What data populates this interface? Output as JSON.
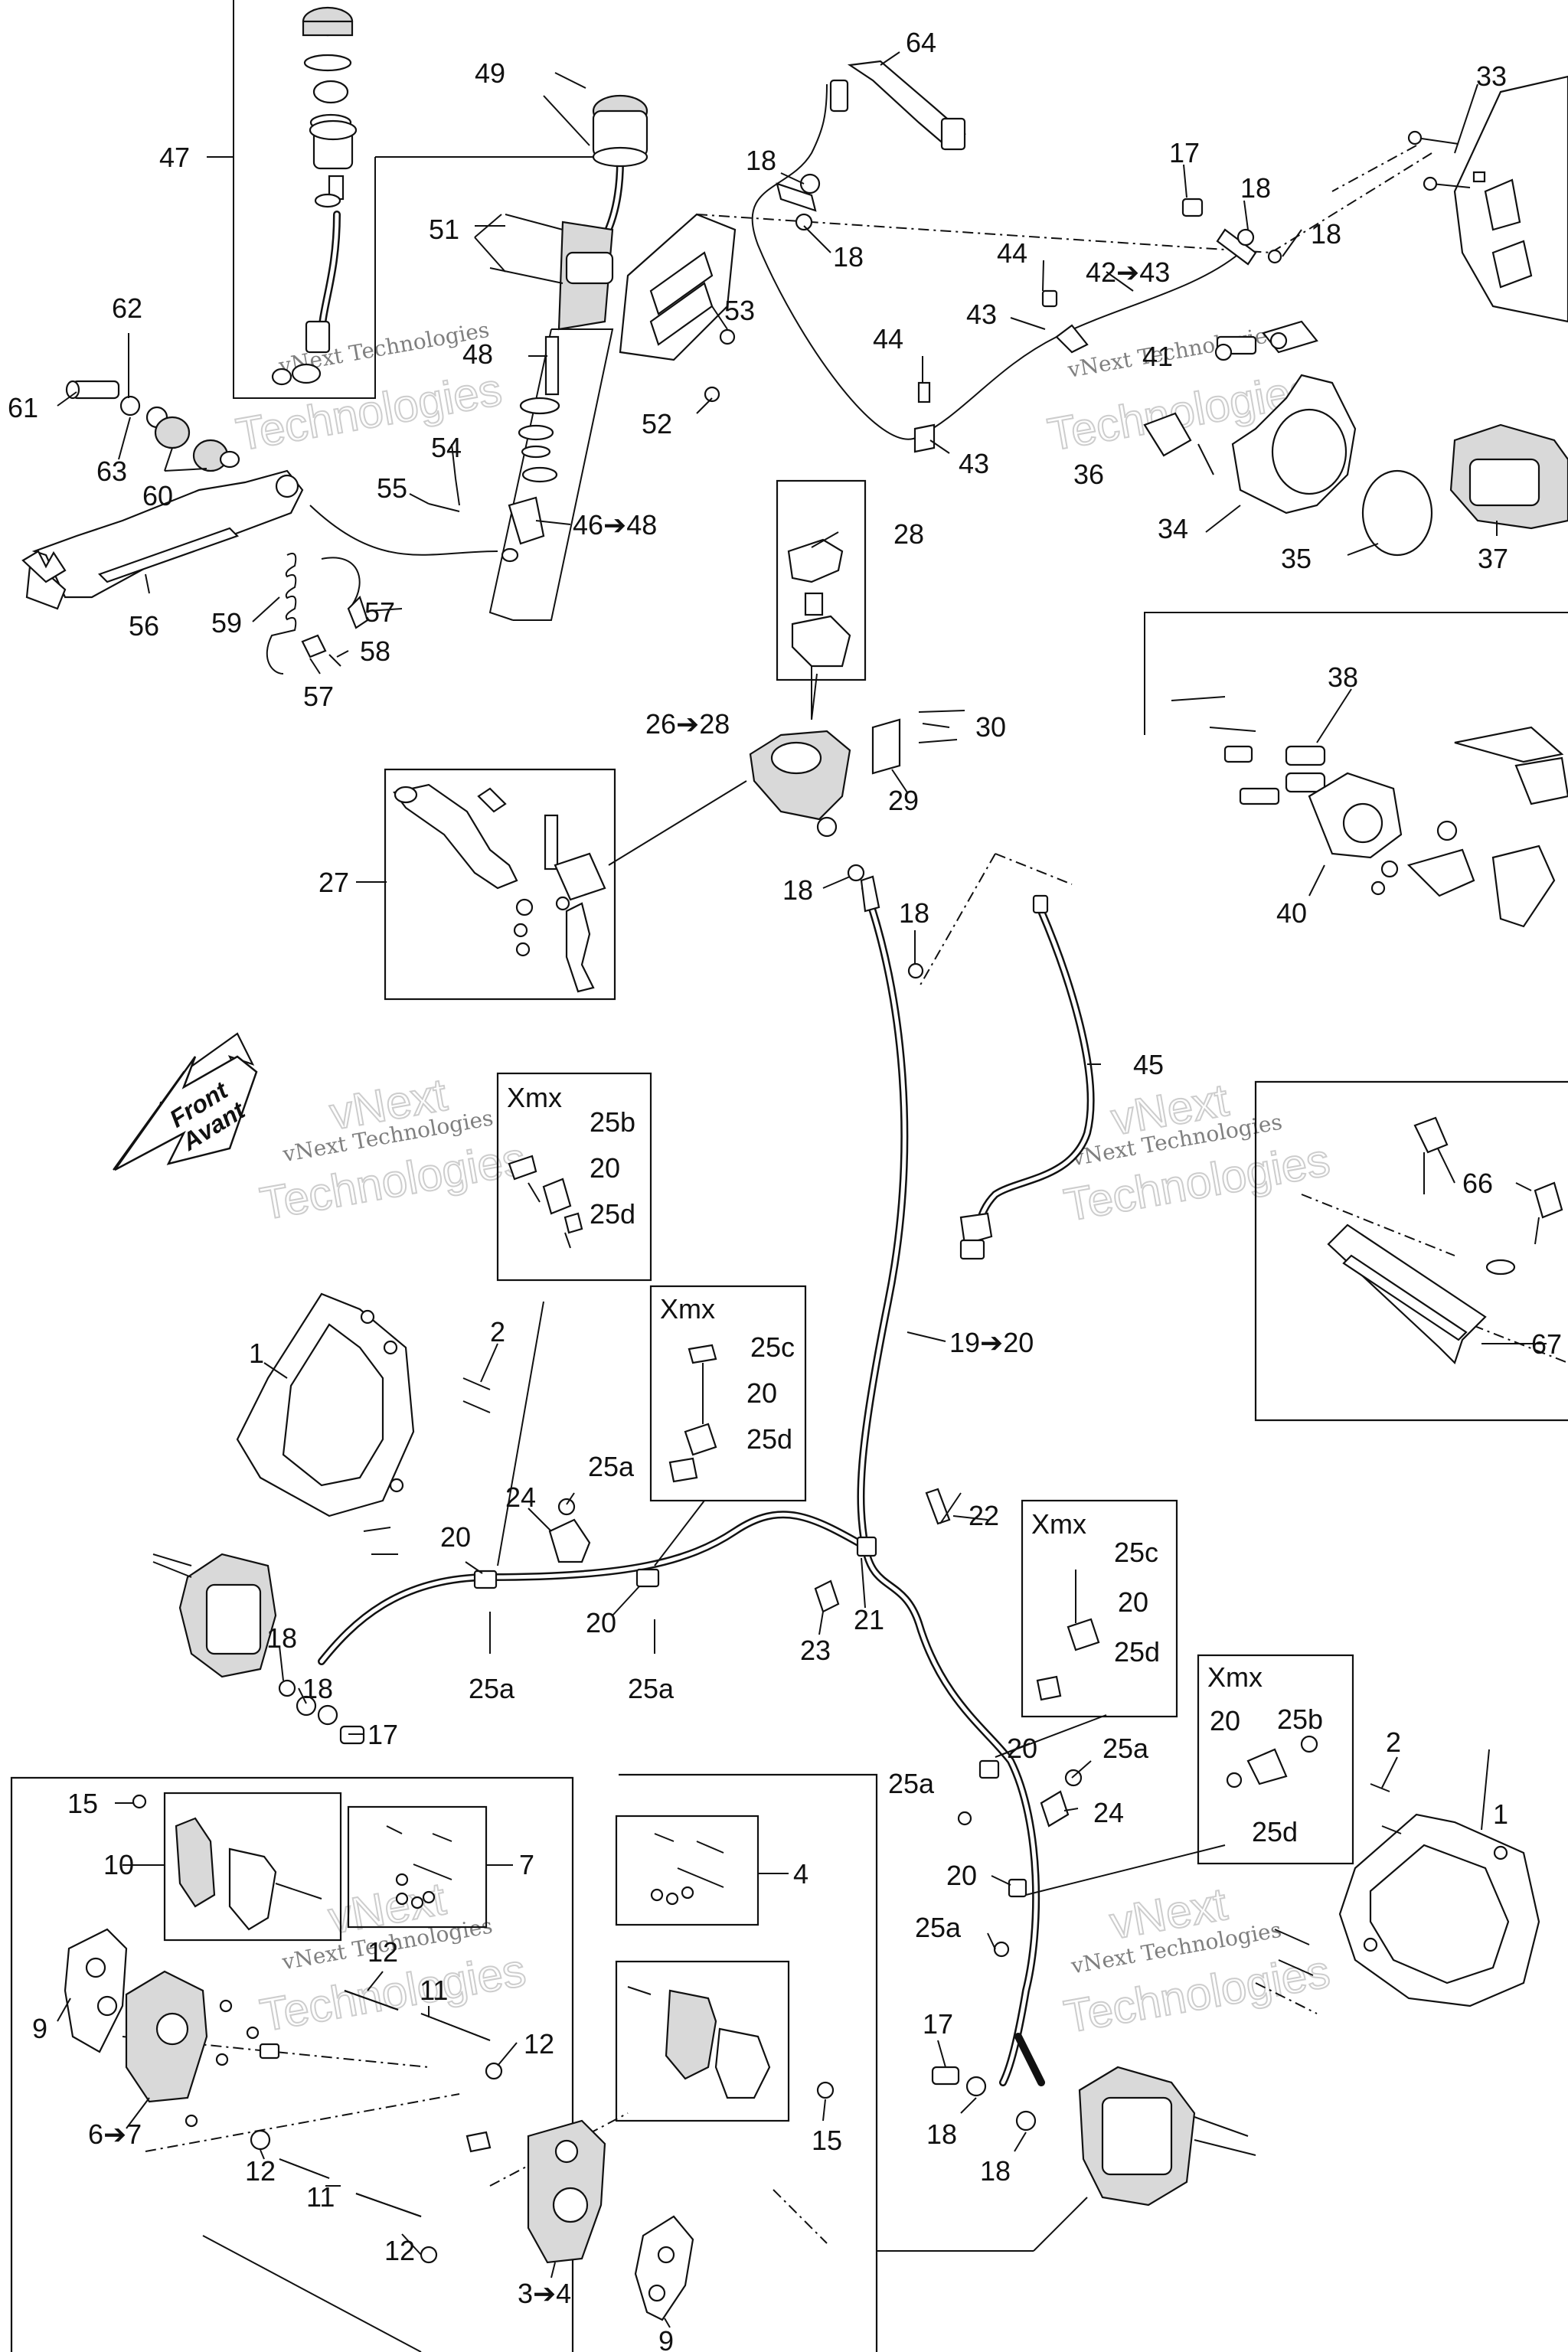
{
  "watermark": {
    "line1": "vNext Technologies",
    "line2a": "vNext",
    "line2b": "Technologies"
  },
  "direction_arrow": {
    "line1": "Front",
    "line2": "Avant"
  },
  "xmx_label": "Xmx",
  "callouts": {
    "c1": "1",
    "c2": "2",
    "c3to4": "3➔4",
    "c4": "4",
    "c6to7": "6➔7",
    "c7": "7",
    "c9": "9",
    "c10": "10",
    "c11": "11",
    "c12": "12",
    "c15": "15",
    "c17": "17",
    "c18": "18",
    "c19to20": "19➔20",
    "c20": "20",
    "c21": "21",
    "c22": "22",
    "c23": "23",
    "c24": "24",
    "c25a": "25a",
    "c25b": "25b",
    "c25c": "25c",
    "c25d": "25d",
    "c26to28": "26➔28",
    "c27": "27",
    "c28": "28",
    "c29": "29",
    "c30": "30",
    "c33": "33",
    "c34": "34",
    "c35": "35",
    "c36": "36",
    "c37": "37",
    "c38": "38",
    "c40": "40",
    "c41": "41",
    "c42to43": "42➔43",
    "c43": "43",
    "c44": "44",
    "c45": "45",
    "c46to48": "46➔48",
    "c47": "47",
    "c48": "48",
    "c49": "49",
    "c51": "51",
    "c52": "52",
    "c53": "53",
    "c54": "54",
    "c55": "55",
    "c56": "56",
    "c57": "57",
    "c58": "58",
    "c59": "59",
    "c60": "60",
    "c61": "61",
    "c62": "62",
    "c63": "63",
    "c64": "64",
    "c66": "66",
    "c67": "67"
  }
}
